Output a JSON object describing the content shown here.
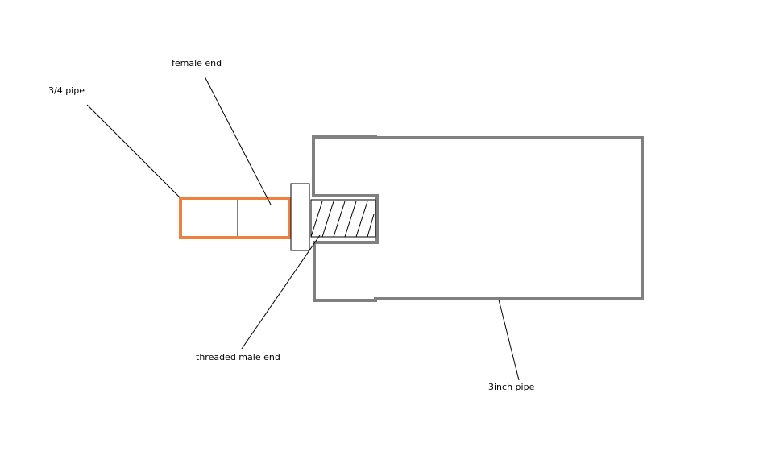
{
  "labels": {
    "female_end": "female end",
    "pipe_three_quarter": "3/4 pipe",
    "threaded_male_end": "threaded male end",
    "pipe_three_inch": "3inch pipe"
  },
  "colors": {
    "small_pipe": "#f08040",
    "large_pipe": "#808080",
    "line": "#000000",
    "background": "#ffffff"
  }
}
